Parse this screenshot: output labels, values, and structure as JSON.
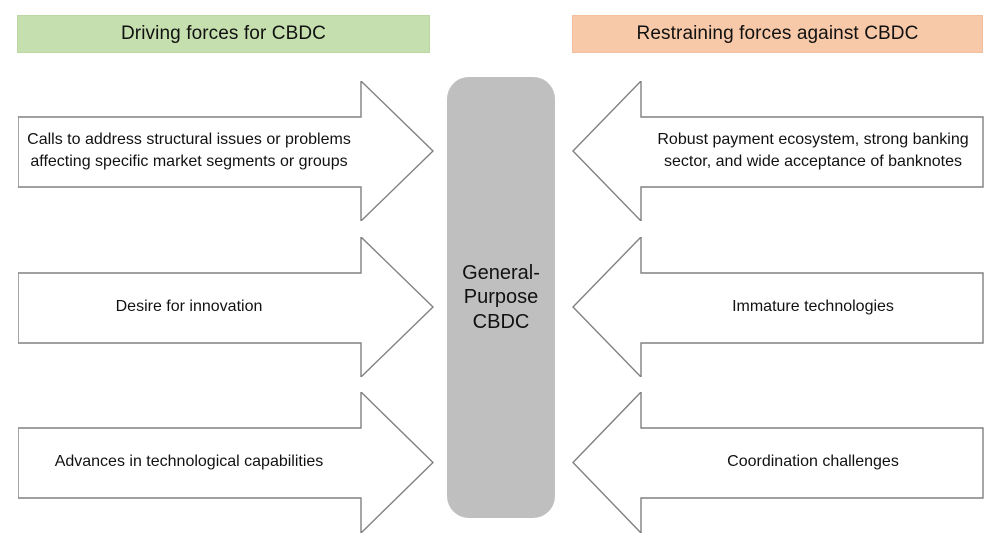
{
  "diagram": {
    "title_left": "Driving forces for CBDC",
    "title_right": "Restraining forces against CBDC",
    "center_label": "General-\nPurpose\nCBDC",
    "colors": {
      "driving_banner": "#C5DFAE",
      "restraining_banner": "#F7C9A8",
      "center_box": "#BFBFBF",
      "arrow_outline": "#808080",
      "arrow_fill": "#FFFFFF",
      "background": "#FFFFFF",
      "text": "#111111"
    },
    "driving_forces": [
      {
        "id": "driving-1",
        "text": "Calls to address structural issues or problems\naffecting specific market segments or groups"
      },
      {
        "id": "driving-2",
        "text": "Desire for innovation"
      },
      {
        "id": "driving-3",
        "text": "Advances in technological capabilities"
      }
    ],
    "restraining_forces": [
      {
        "id": "restraining-1",
        "text": "Robust payment ecosystem, strong banking\nsector, and wide acceptance of banknotes"
      },
      {
        "id": "restraining-2",
        "text": "Immature technologies"
      },
      {
        "id": "restraining-3",
        "text": "Coordination challenges"
      }
    ]
  }
}
